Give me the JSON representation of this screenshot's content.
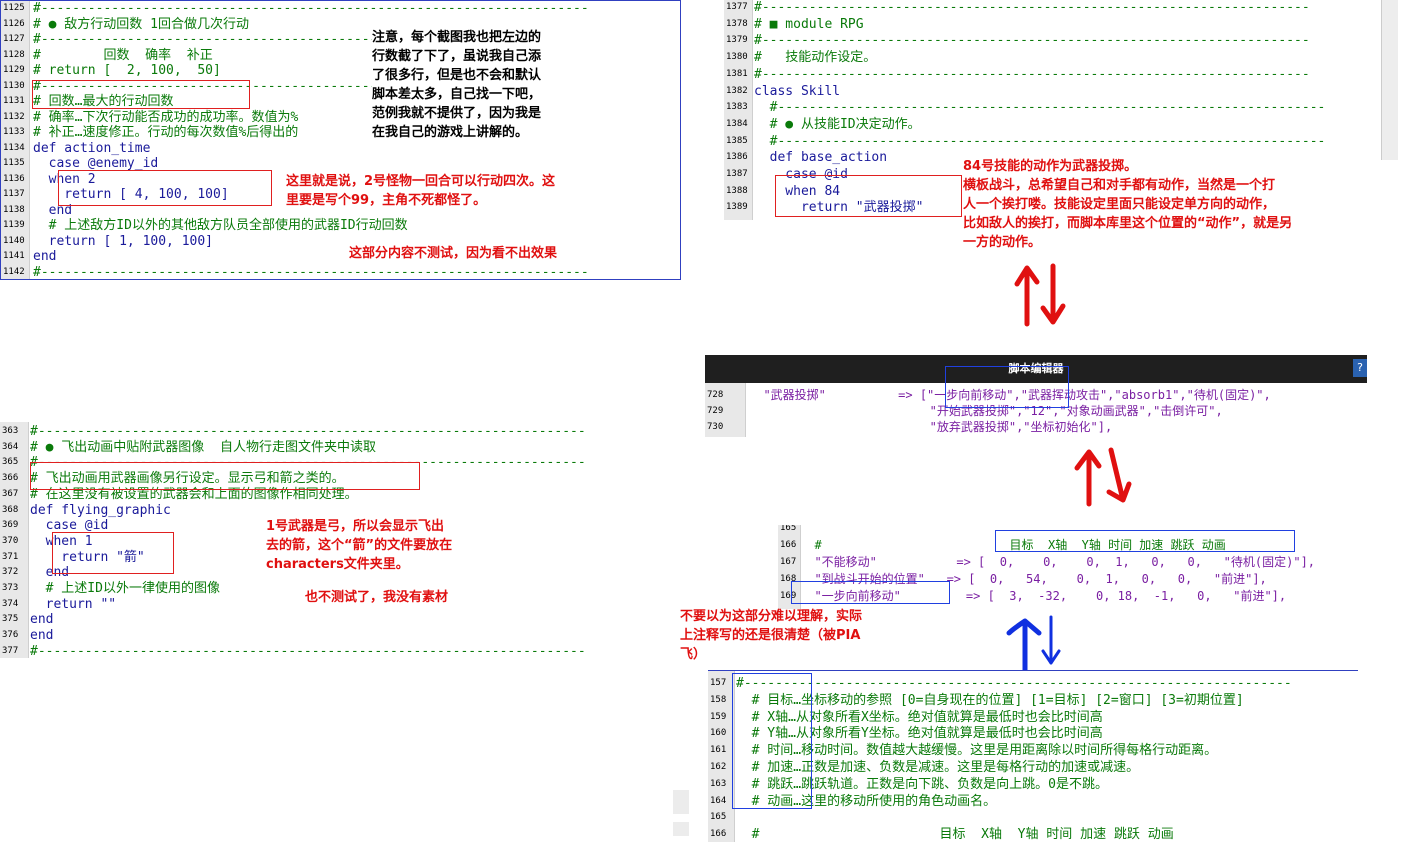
{
  "panel1": {
    "lines": [
      {
        "num": "1125",
        "text": "#"
      },
      {
        "num": "1126",
        "text": "# ● 敌方行动回数 1回合做几次行动"
      },
      {
        "num": "1127",
        "text": "#"
      },
      {
        "num": "1128",
        "text": "#        回数  确率  补正"
      },
      {
        "num": "1129",
        "text": "# return [  2, 100,  50]"
      },
      {
        "num": "1130",
        "text": "#"
      },
      {
        "num": "1131",
        "text": "# 回数…最大的行动回数"
      },
      {
        "num": "1132",
        "text": "# 确率…下次行动能否成功的成功率。数值为%"
      },
      {
        "num": "1133",
        "text": "# 补正…速度修正。行动的每次数值%后得出的"
      },
      {
        "num": "1134",
        "text": "def action_time"
      },
      {
        "num": "1135",
        "text": "  case @enemy_id"
      },
      {
        "num": "1136",
        "text": "  when 2"
      },
      {
        "num": "1137",
        "text": "    return [ 4, 100, 100]"
      },
      {
        "num": "1138",
        "text": "  end"
      },
      {
        "num": "1139",
        "text": "  # 上述敌方ID以外的其他敌方队员全部使用的武器ID行动回数"
      },
      {
        "num": "1140",
        "text": "  return [ 1, 100, 100]"
      },
      {
        "num": "1141",
        "text": "end"
      },
      {
        "num": "1142",
        "text": "#"
      }
    ]
  },
  "note_black": "注意，每个截图我也把左边的\n行数截了下了，虽说我自己添\n了很多行，但是也不会和默认\n脚本差太多，自己找一下吧，\n范例我就不提供了，因为我是\n在我自己的游戏上讲解的。",
  "note_enemy": "这里就是说，2号怪物一回合可以行动四次。这\n里要是写个99，主角不死都怪了。",
  "note_no_test": "这部分内容不测试，因为看不出效果",
  "panel2": {
    "lines": [
      {
        "num": "363",
        "text": "#"
      },
      {
        "num": "364",
        "text": "# ● 飞出动画中贴附武器图像  自人物行走图文件夹中读取"
      },
      {
        "num": "365",
        "text": "#"
      },
      {
        "num": "366",
        "text": "# 飞出动画用武器画像另行设定。显示弓和箭之类的。"
      },
      {
        "num": "367",
        "text": "# 在这里没有被设置的武器会和上面的图像作相同处理。"
      },
      {
        "num": "368",
        "text": "def flying_graphic"
      },
      {
        "num": "369",
        "text": "  case @id"
      },
      {
        "num": "370",
        "text": "  when 1"
      },
      {
        "num": "371",
        "text": "    return \"箭\""
      },
      {
        "num": "372",
        "text": "  end"
      },
      {
        "num": "373",
        "text": "  # 上述ID以外一律使用的图像"
      },
      {
        "num": "374",
        "text": "  return \"\""
      },
      {
        "num": "375",
        "text": "end"
      },
      {
        "num": "376",
        "text": "end"
      },
      {
        "num": "377",
        "text": "#"
      }
    ]
  },
  "note_bow": "1号武器是弓，所以会显示飞出\n去的箭，这个“箭”的文件要放在\ncharacters文件夹里。",
  "note_no_material": "也不测试了，我没有素材",
  "panel3": {
    "lines": [
      {
        "num": "1377",
        "text": "#"
      },
      {
        "num": "1378",
        "text": "# ■ module RPG"
      },
      {
        "num": "1379",
        "text": "#"
      },
      {
        "num": "1380",
        "text": "#   技能动作设定。"
      },
      {
        "num": "1381",
        "text": "#"
      },
      {
        "num": "1382",
        "text": "class Skill"
      },
      {
        "num": "1383",
        "text": "  #"
      },
      {
        "num": "1384",
        "text": "  # ● 从技能ID决定动作。"
      },
      {
        "num": "1385",
        "text": "  #"
      },
      {
        "num": "1386",
        "text": "  def base_action"
      },
      {
        "num": "1387",
        "text": "    case @id"
      },
      {
        "num": "1388",
        "text": "    when 84"
      },
      {
        "num": "1389",
        "text": "      return \"武器投掷\""
      }
    ]
  },
  "note_skill": "84号技能的动作为武器投掷。\n横板战斗，总希望自己和对手都有动作，当然是一个打\n人一个挨打喽。技能设定里面只能设定单方向的动作，\n比如敌人的挨打，而脚本库里这个位置的“动作”，就是另\n一方的动作。",
  "editor": {
    "title": "脚本编辑器",
    "lines": [
      {
        "num": "728",
        "text": "  \"武器投掷\"          => [\"一步向前移动\",\"武器挥动攻击\",\"absorb1\",\"待机(固定)\","
      },
      {
        "num": "729",
        "text": "                         \"开始武器投掷\",\"12\",\"对象动画武器\",\"击倒许可\","
      },
      {
        "num": "730",
        "text": "                         \"放弃武器投掷\",\"坐标初始化\"],"
      }
    ]
  },
  "panel5": {
    "lines": [
      {
        "num": "165",
        "text": ""
      },
      {
        "num": "166",
        "text": "  #                          目标  X轴  Y轴 时间 加速 跳跃 动画"
      },
      {
        "num": "167",
        "text": "  \"不能移动\"           => [  0,    0,    0,  1,   0,   0,   \"待机(固定)\"],"
      },
      {
        "num": "168",
        "text": "  \"到战斗开始的位置\"   => [  0,   54,    0,  1,   0,   0,   \"前进\"],"
      },
      {
        "num": "169",
        "text": "  \"一步向前移动\"         => [  3,  -32,    0, 18,  -1,   0,   \"前进\"],"
      }
    ]
  },
  "note_understand": "不要以为这部分难以理解，实际\n上注释写的还是很清楚（被PIA\n飞）",
  "panel6": {
    "lines": [
      {
        "num": "157",
        "text": "#"
      },
      {
        "num": "158",
        "text": "  # 目标…坐标移动的参照 [0=自身现在的位置] [1=目标] [2=窗口] [3=初期位置]"
      },
      {
        "num": "159",
        "text": "  # X轴…从对象所看X坐标。绝对值就算是最低时也会比时间高"
      },
      {
        "num": "160",
        "text": "  # Y轴…从对象所看Y坐标。绝对值就算是最低时也会比时间高"
      },
      {
        "num": "161",
        "text": "  # 时间…移动时间。数值越大越缓慢。这里是用距离除以时间所得每格行动距离。"
      },
      {
        "num": "162",
        "text": "  # 加速…正数是加速、负数是减速。这里是每格行动的加速或减速。"
      },
      {
        "num": "163",
        "text": "  # 跳跃…跳跃轨道。正数是向下跳、负数是向上跳。0是不跳。"
      },
      {
        "num": "164",
        "text": "  # 动画…这里的移动所使用的角色动画名。"
      },
      {
        "num": "165",
        "text": ""
      },
      {
        "num": "166",
        "text": "  #                       目标  X轴  Y轴 时间 加速 跳跃 动画"
      }
    ]
  }
}
